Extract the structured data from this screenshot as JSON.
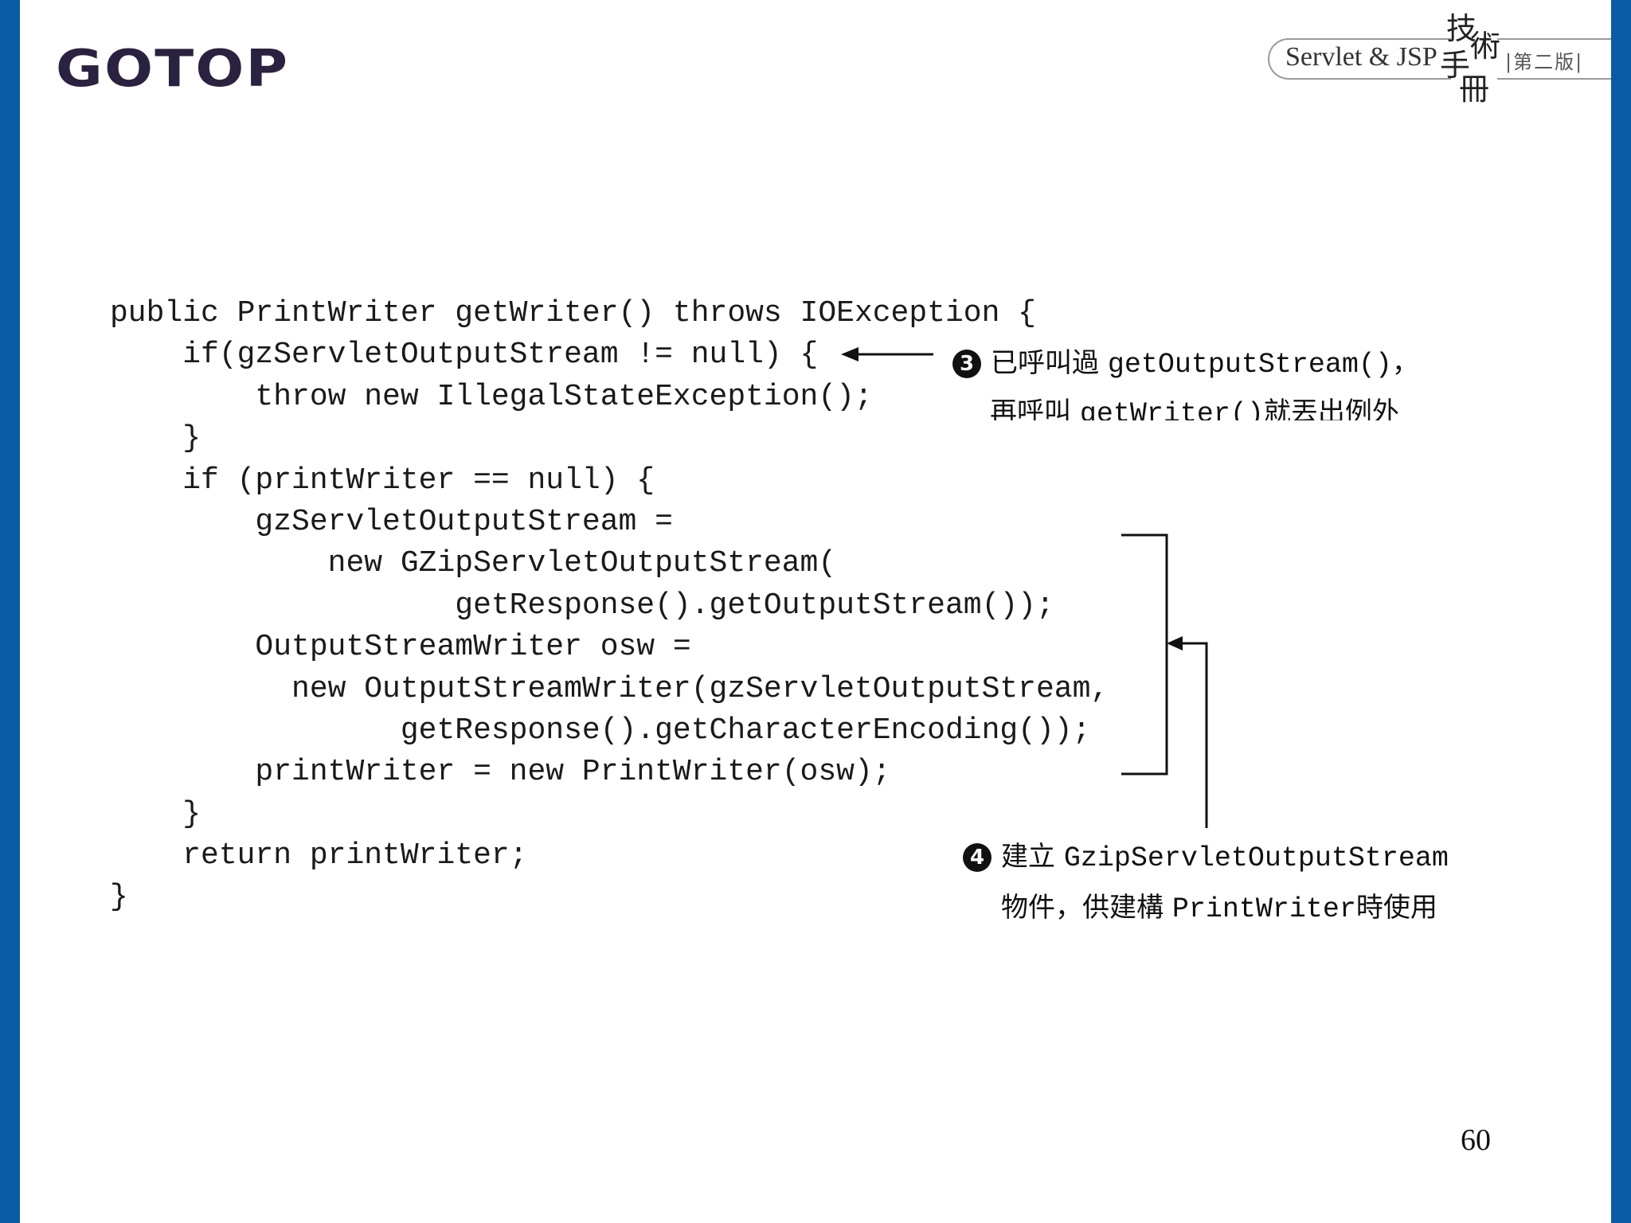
{
  "header": {
    "logo_text": "GOTOP",
    "book_title": "Servlet & JSP",
    "brush_chars": [
      "技",
      "術",
      "手",
      "冊"
    ],
    "edition": "|第二版|"
  },
  "code_lines": [
    "public PrintWriter getWriter() throws IOException {",
    "    if(gzServletOutputStream != null) {",
    "        throw new IllegalStateException();",
    "    }",
    "    if (printWriter == null) {",
    "        gzServletOutputStream =",
    "            new GZipServletOutputStream(",
    "                   getResponse().getOutputStream());",
    "        OutputStreamWriter osw =",
    "          new OutputStreamWriter(gzServletOutputStream,",
    "                getResponse().getCharacterEncoding());",
    "        printWriter = new PrintWriter(osw);",
    "    }",
    "    return printWriter;",
    "}"
  ],
  "annotations": {
    "note3": {
      "bullet": "3",
      "line1_prefix": "已呼叫過 ",
      "line1_code": "getOutputStream()",
      "line1_suffix": "，",
      "line2_prefix": "再呼叫 ",
      "line2_code": "getWriter()",
      "line2_suffix": "就丟出例外"
    },
    "note4": {
      "bullet": "4",
      "line1_prefix": "建立 ",
      "line1_code": "GzipServletOutputStream",
      "line2_prefix": "物件，供建構 ",
      "line2_code": "PrintWriter",
      "line2_suffix": "時使用"
    }
  },
  "page_number": "60",
  "colors": {
    "side_bar": "#0b5ba6",
    "logo": "#2b2140",
    "text": "#1a1a1a"
  }
}
